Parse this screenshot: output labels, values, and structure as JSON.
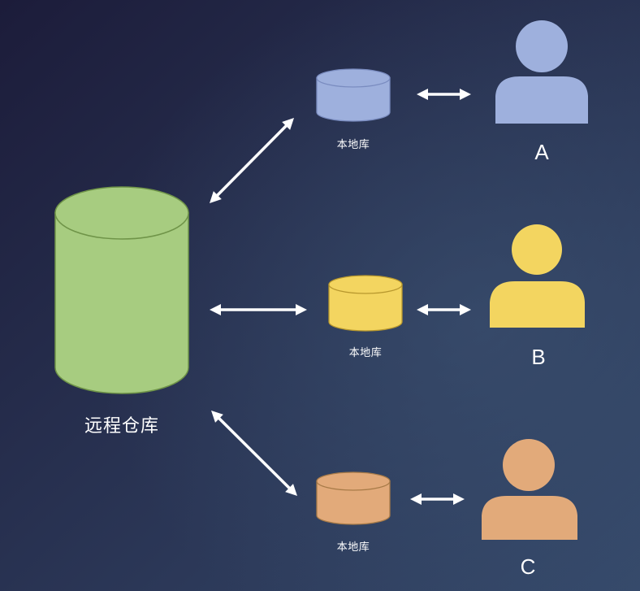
{
  "remote_repo": {
    "label": "远程仓库",
    "fill": "#a7cc80",
    "stroke": "#6f9448"
  },
  "branches": [
    {
      "local_label": "本地库",
      "user_label": "A",
      "color": "#9eb0dd",
      "stroke": "#7a8cc0"
    },
    {
      "local_label": "本地库",
      "user_label": "B",
      "color": "#f3d560",
      "stroke": "#b8982e"
    },
    {
      "local_label": "本地库",
      "user_label": "C",
      "color": "#e2aa7a",
      "stroke": "#a87b48"
    }
  ],
  "colors": {
    "background_top": "#1c1c3a",
    "background_bottom": "#35496a",
    "arrow": "#ffffff",
    "text": "#ffffff"
  }
}
